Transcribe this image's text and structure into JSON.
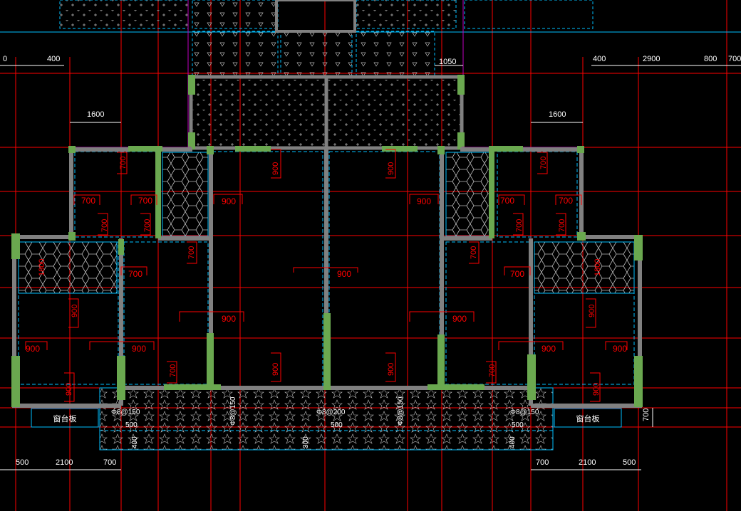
{
  "colors": {
    "background": "#000000",
    "axis": "#ff0000",
    "wall": "#808080",
    "column": "#6aa84f",
    "room_outline": "#00bfff",
    "dim": "#ffffff",
    "balcony": "#c000c0",
    "text_red": "#ff0000"
  },
  "dims": {
    "top_left_400": "400",
    "top_left_0": "0",
    "top_1050": "1050",
    "top_right_400": "400",
    "top_right_2900": "2900",
    "top_right_800": "800",
    "top_right_700": "700",
    "left_1600": "1600",
    "right_1600": "1600",
    "bottom_left_500": "500",
    "bottom_left_2100": "2100",
    "bottom_left_700": "700",
    "bottom_right_700": "700",
    "bottom_right_2100": "2100",
    "bottom_right_500": "500",
    "right_side_700": "700"
  },
  "labels": {
    "window_sill_left": "窗台板",
    "window_sill_right": "窗台板",
    "rebar_left": "Φ8@150",
    "rebar_mid_left": "Φ8@150",
    "rebar_center": "Φ8@200",
    "rebar_mid_right": "Φ8@150",
    "rebar_right": "Φ8@150",
    "beam_500_left": "500",
    "beam_500_center": "500",
    "beam_500_right": "500",
    "beam_400_left": "400",
    "beam_400_right": "400",
    "beam_300": "300"
  },
  "red_marks": {
    "h900_a": "900",
    "h900_b": "900",
    "h900_c": "900",
    "h900_d": "900",
    "h900_e": "900",
    "h900_f": "900",
    "h900_g": "900",
    "h900_h": "900",
    "h900_i": "900",
    "h700_a": "700",
    "h700_b": "700",
    "h700_c": "700",
    "h700_d": "700",
    "h700_e": "700",
    "h700_f": "700",
    "v900_a": "900",
    "v900_b": "900",
    "v900_c": "900",
    "v900_d": "900",
    "v900_e": "900",
    "v900_f": "900",
    "v900_g": "900",
    "v900_h": "900",
    "v900_i": "900",
    "v700_a": "700",
    "v700_b": "700",
    "v700_c": "700",
    "v700_d": "700",
    "v700_e": "700",
    "v700_f": "700",
    "v700_g": "700",
    "v700_h": "700",
    "v700_i": "700",
    "v700_j": "700",
    "v700_k": "700",
    "v700_l": "700",
    "v1800_left": "1800",
    "v1800_right": "1800"
  }
}
